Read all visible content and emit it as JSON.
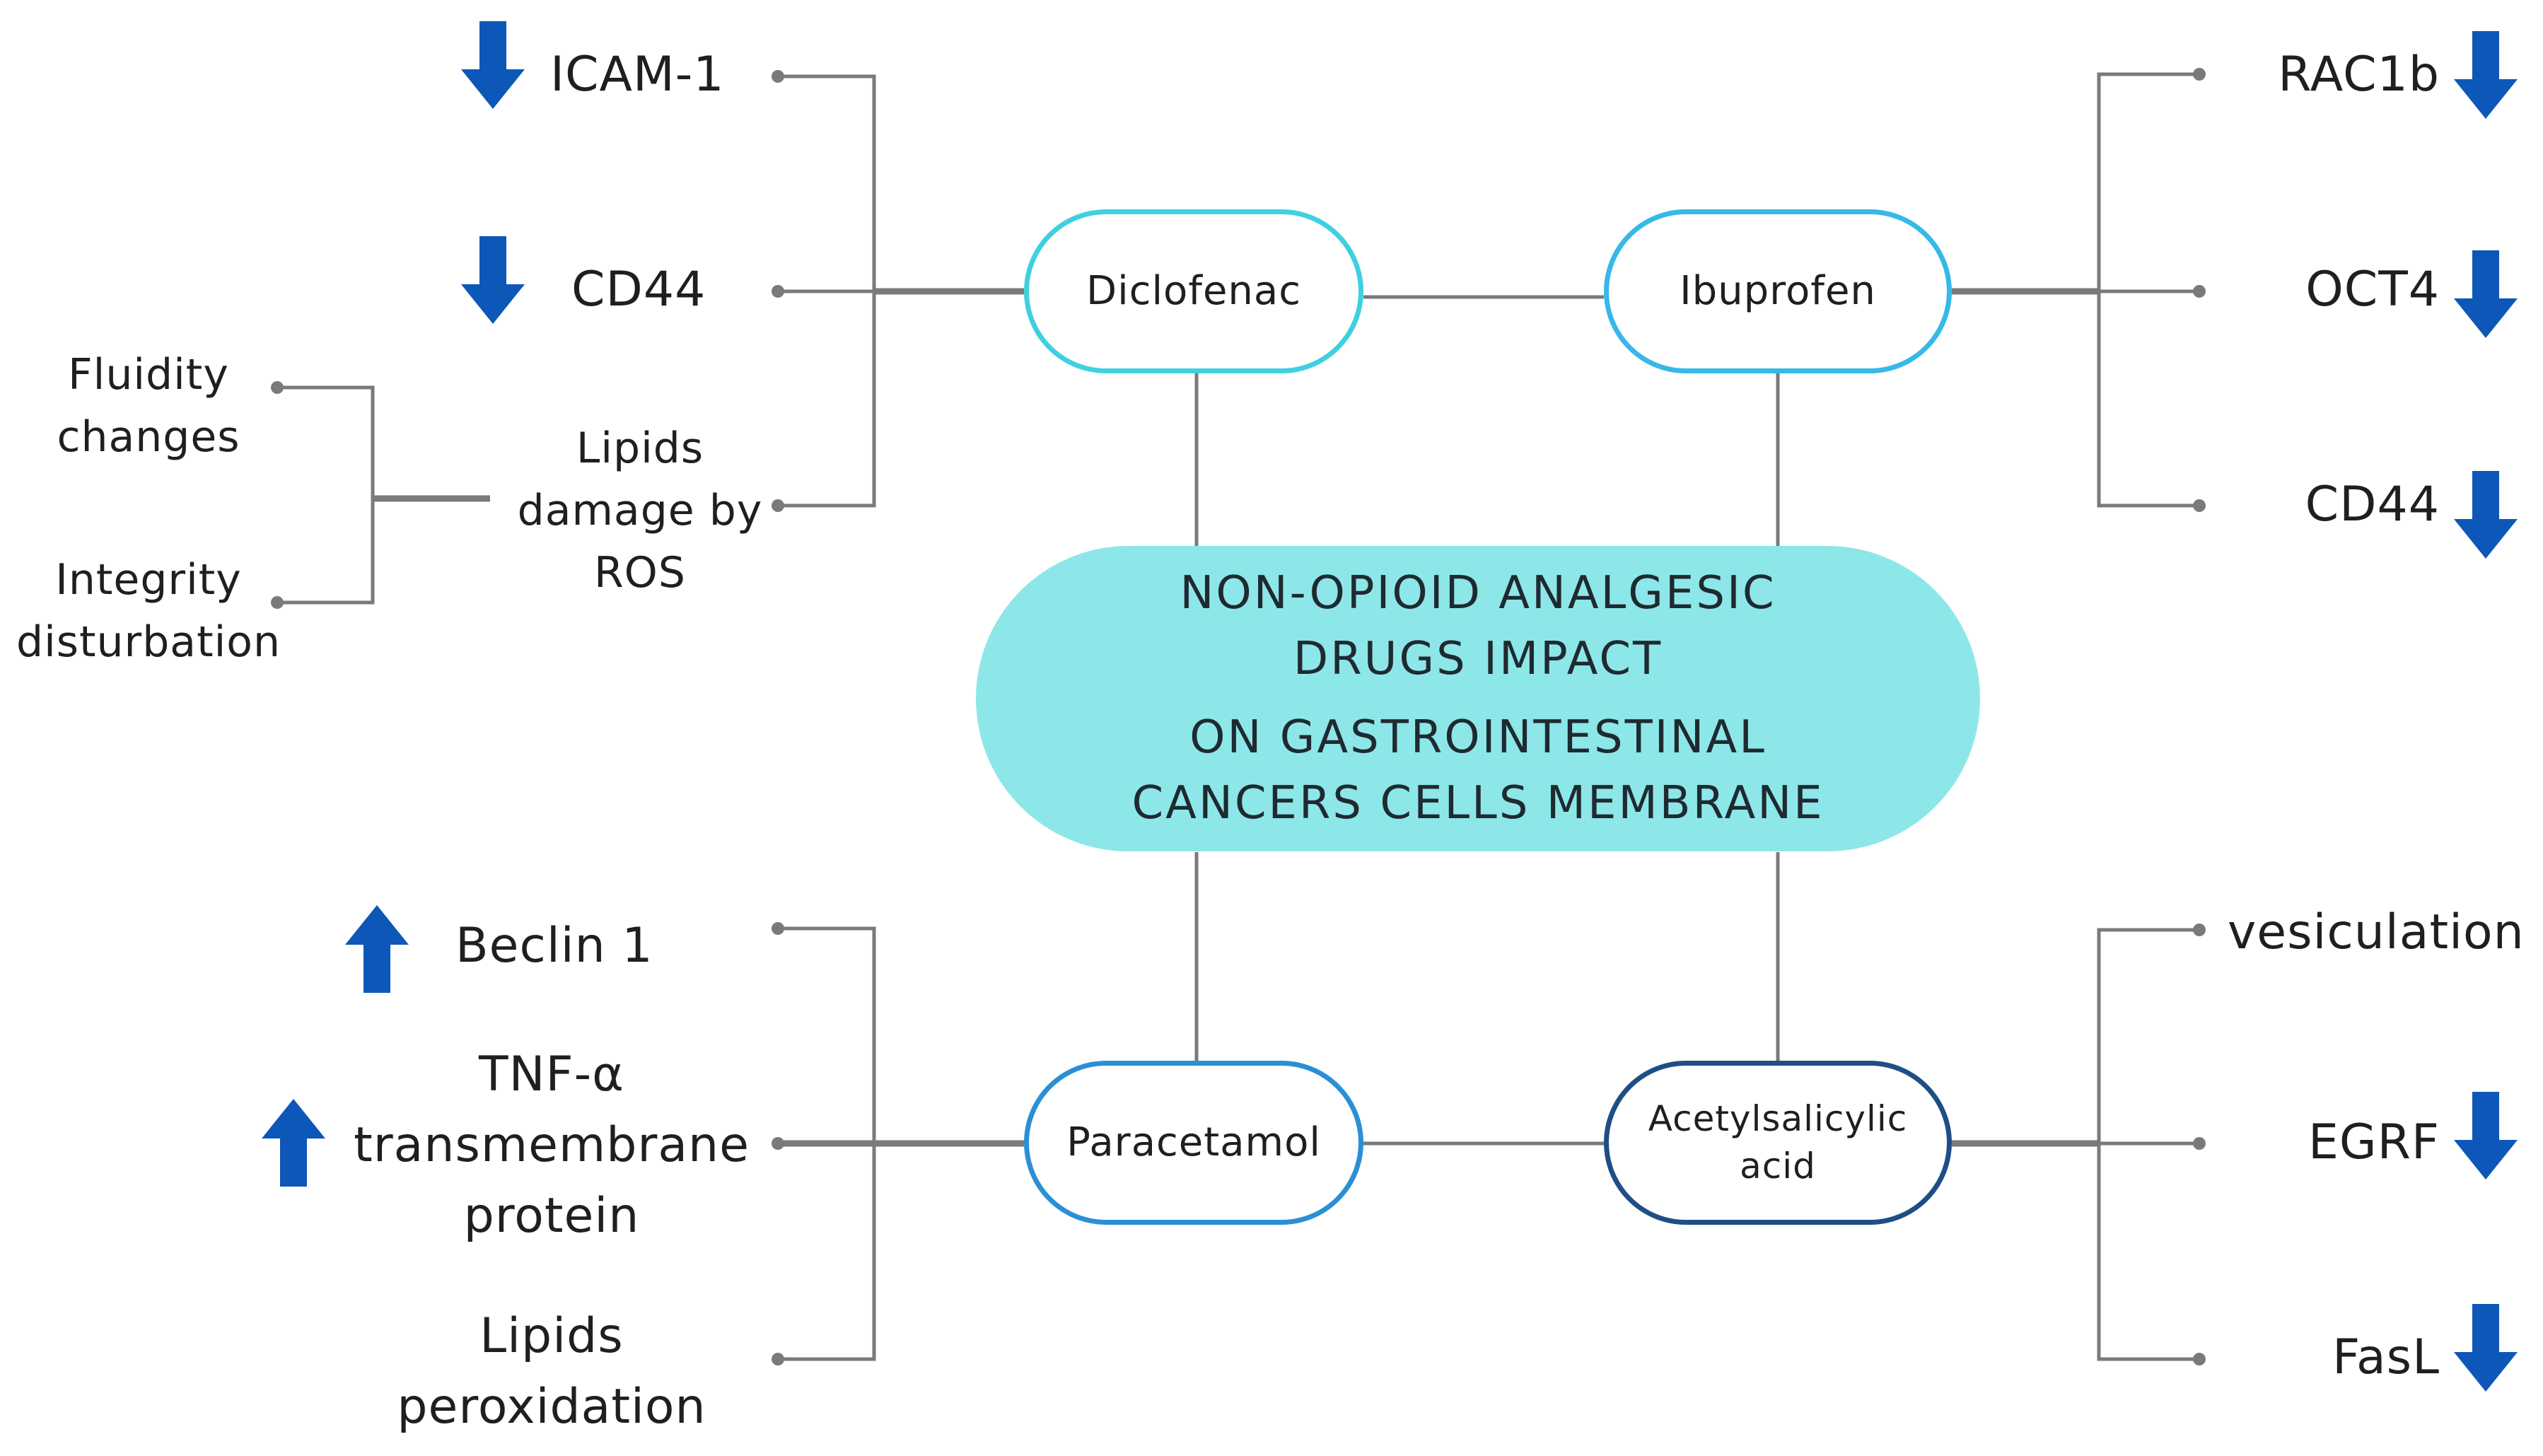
{
  "center": {
    "lines": [
      "NON-OPIOID ANALGESIC",
      "DRUGS IMPACT",
      "ON GASTROINTESTINAL",
      "CANCERS CELLS MEMBRANE"
    ],
    "fill": "#8de7e8"
  },
  "drugs": {
    "diclofenac": "Diclofenac",
    "ibuprofen": "Ibuprofen",
    "paracetamol": "Paracetamol",
    "acetylsalicylic": [
      "Acetylsalicylic",
      "acid"
    ]
  },
  "diclofenac_effects": {
    "icam1": "ICAM-1",
    "cd44": "CD44",
    "lipids_damage": [
      "Lipids",
      "damage by",
      "ROS"
    ]
  },
  "membrane_effects": {
    "fluidity": [
      "Fluidity",
      "changes"
    ],
    "integrity": [
      "Integrity",
      "disturbation"
    ]
  },
  "ibuprofen_effects": {
    "rac1b": "RAC1b",
    "oct4": "OCT4",
    "cd44": "CD44"
  },
  "paracetamol_effects": {
    "beclin": "Beclin 1",
    "tnf": [
      "TNF-α",
      "transmembrane",
      "protein"
    ],
    "lipids_peroxidation": [
      "Lipids",
      "peroxidation"
    ]
  },
  "aspirin_effects": {
    "vesiculation": "vesiculation",
    "egrf": "EGRF",
    "fasl": "FasL"
  },
  "arrows": {
    "icam1": "down",
    "cd44_left": "down",
    "rac1b": "down",
    "oct4": "down",
    "cd44_right": "down",
    "beclin": "up",
    "tnf": "up",
    "egrf": "down",
    "fasl": "down"
  },
  "colors": {
    "arrow": "#0d57b8",
    "line": "#7a7a7a",
    "diclofenac_border": "#3fd0e0",
    "ibuprofen_border": "#36b8e8",
    "paracetamol_border": "#2a8fd6",
    "acetylsalicylic_border": "#1f4e86"
  }
}
